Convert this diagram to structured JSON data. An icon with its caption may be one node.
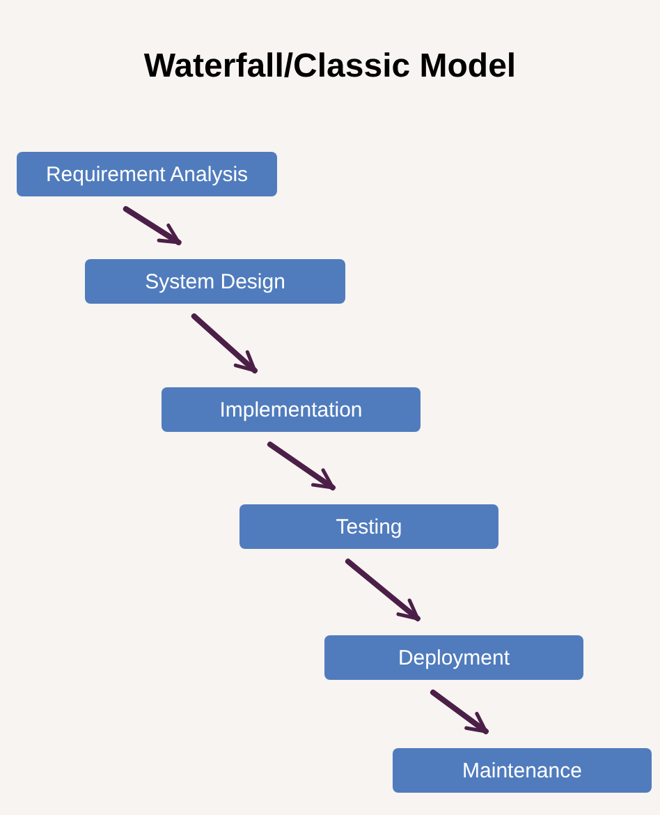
{
  "diagram": {
    "title": "Waterfall/Classic Model",
    "nodes": [
      {
        "text": [
          "Requirement Analysis"
        ]
      },
      {
        "text": [
          "System Design"
        ]
      },
      {
        "text": [
          "Implementation"
        ]
      },
      {
        "text": [
          "Testing"
        ]
      },
      {
        "text": [
          "Deployment"
        ]
      },
      {
        "text": [
          "Maintenance"
        ]
      }
    ],
    "edges": [
      {
        "from": 0,
        "to": 1,
        "arrow": "to"
      },
      {
        "from": 1,
        "to": 2,
        "arrow": "to"
      },
      {
        "from": 2,
        "to": 3,
        "arrow": "to"
      },
      {
        "from": 3,
        "to": 4,
        "arrow": "to"
      },
      {
        "from": 4,
        "to": 5,
        "arrow": "to"
      }
    ]
  }
}
